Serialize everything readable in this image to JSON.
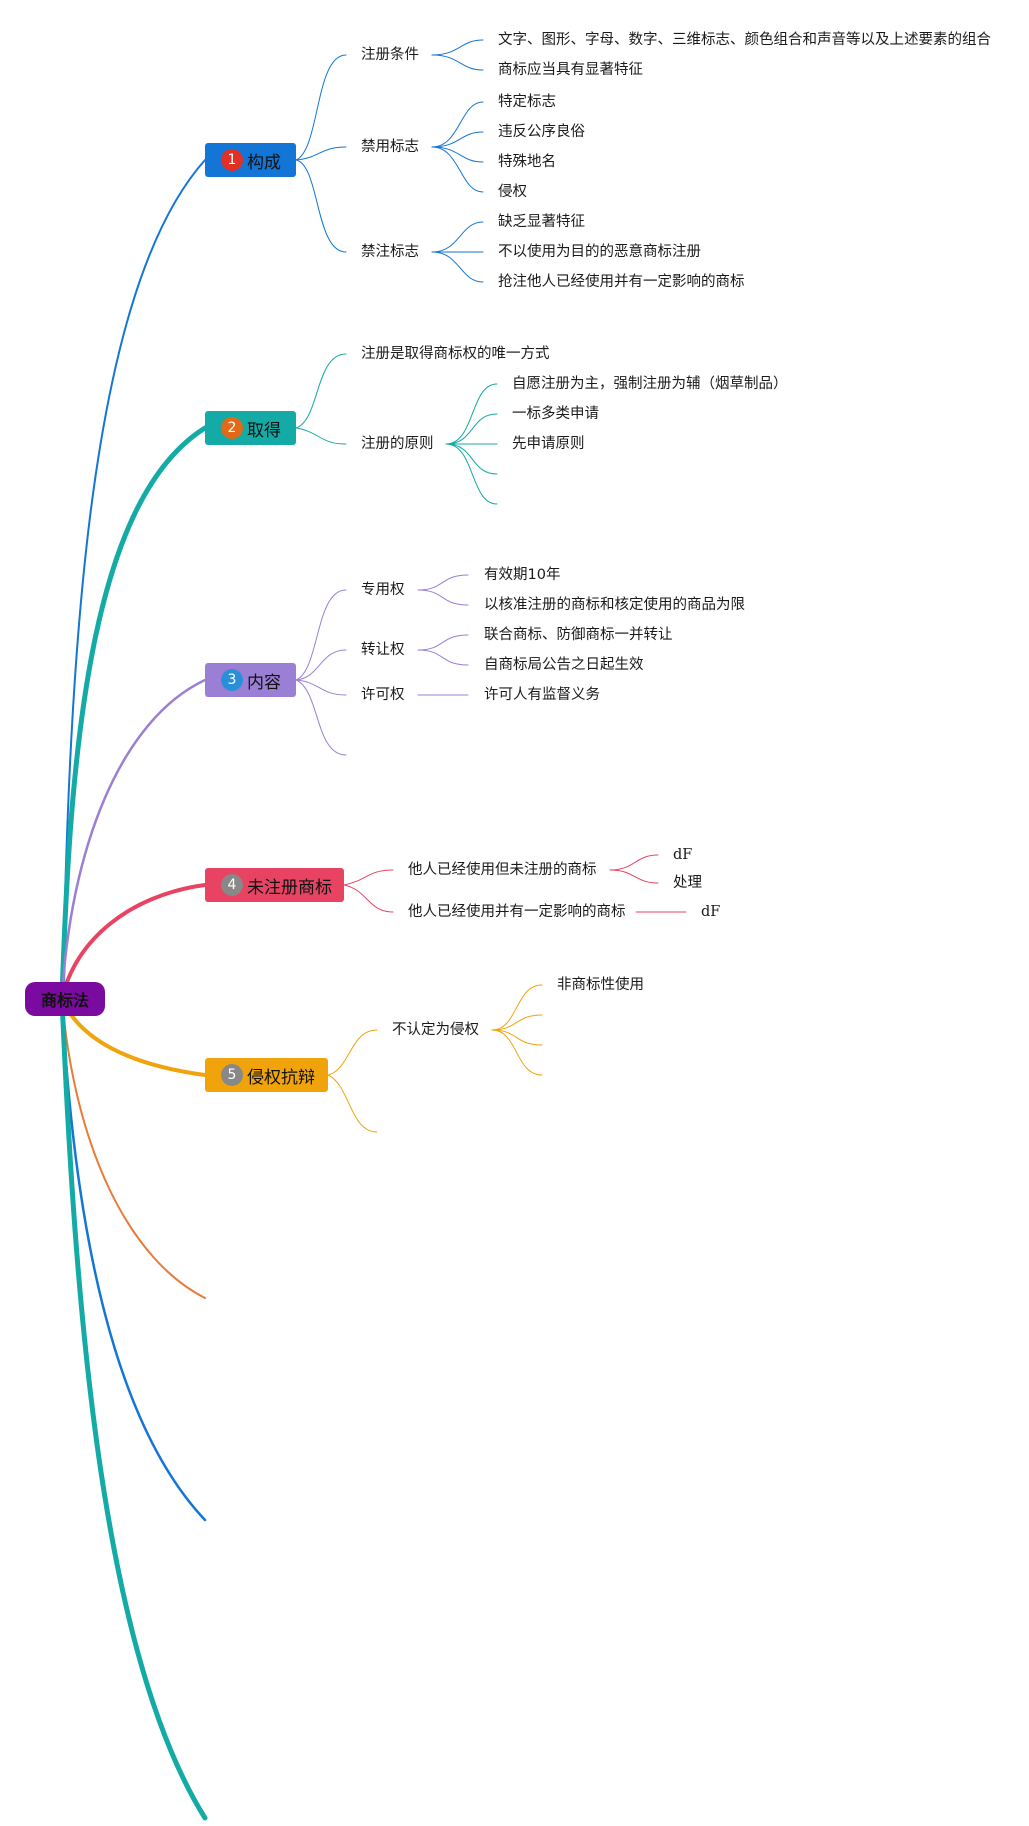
{
  "root": {
    "label": "商标法",
    "color": "#7b0aa0"
  },
  "branches": [
    {
      "number": "1",
      "label": "构成",
      "color": "#1376d6",
      "badge_color": "#e03127",
      "children": [
        {
          "label": "注册条件",
          "children": [
            "文字、图形、字母、数字、三维标志、颜色组合和声音等以及上述要素的组合",
            "商标应当具有显著特征"
          ]
        },
        {
          "label": "禁用标志",
          "children": [
            "特定标志",
            "违反公序良俗",
            "特殊地名",
            "侵权"
          ]
        },
        {
          "label": "禁注标志",
          "children": [
            "缺乏显著特征",
            "不以使用为目的的恶意商标注册",
            "抢注他人已经使用并有一定影响的商标"
          ]
        }
      ]
    },
    {
      "number": "2",
      "label": "取得",
      "color": "#14aba6",
      "badge_color": "#e06a1a",
      "children": [
        {
          "label": "注册是取得商标权的唯一方式",
          "children": []
        },
        {
          "label": "注册的原则",
          "children": [
            "自愿注册为主，强制注册为辅（烟草制品）",
            "一标多类申请",
            "先申请原则",
            "",
            ""
          ]
        }
      ]
    },
    {
      "number": "3",
      "label": "内容",
      "color": "#9b7fd4",
      "badge_color": "#2a8fd6",
      "children": [
        {
          "label": "专用权",
          "children": [
            "有效期10年",
            "以核准注册的商标和核定使用的商品为限"
          ]
        },
        {
          "label": "转让权",
          "children": [
            "联合商标、防御商标一并转让",
            "自商标局公告之日起生效"
          ]
        },
        {
          "label": "许可权",
          "children": [
            "许可人有监督义务"
          ]
        },
        {
          "label": "",
          "children": []
        }
      ]
    },
    {
      "number": "4",
      "label": "未注册商标",
      "color": "#e84363",
      "badge_color": "#888888",
      "children": [
        {
          "label": "他人已经使用但未注册的商标",
          "children": [
            "dF",
            "处理"
          ]
        },
        {
          "label": "他人已经使用并有一定影响的商标",
          "children": [
            "dF"
          ]
        }
      ]
    },
    {
      "number": "5",
      "label": "侵权抗辩",
      "color": "#f0a30a",
      "badge_color": "#888888",
      "children": [
        {
          "label": "不认定为侵权",
          "children": [
            "非商标性使用",
            "",
            "",
            ""
          ]
        },
        {
          "label": "",
          "children": []
        }
      ]
    }
  ],
  "extra_branch_colors": [
    "#e87b3a",
    "#1376d6",
    "#14aba6"
  ]
}
